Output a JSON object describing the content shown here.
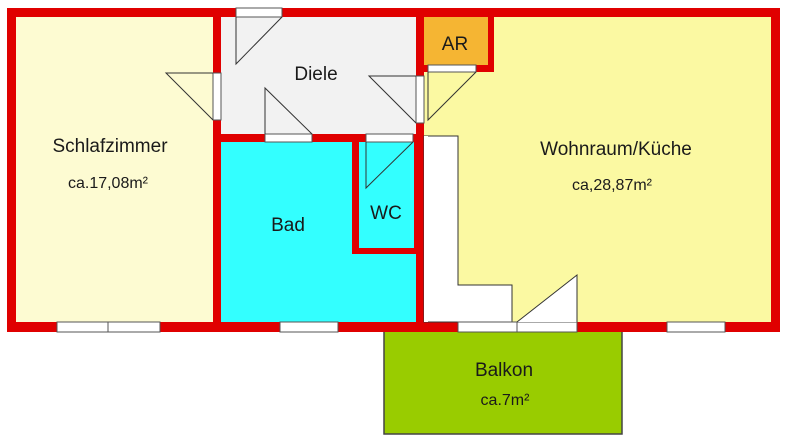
{
  "floorplan": {
    "rooms": {
      "schlafzimmer": {
        "name": "Schlafzimmer",
        "area": "ca.17,08m²",
        "color": "#fdfbd2"
      },
      "diele": {
        "name": "Diele",
        "color": "#f2f2f2"
      },
      "bad": {
        "name": "Bad",
        "color": "#33ffff"
      },
      "wc": {
        "name": "WC",
        "color": "#33ffff"
      },
      "ar": {
        "name": "AR",
        "color": "#f5b533"
      },
      "wohnraum": {
        "name": "Wohnraum/Küche",
        "area": "ca,28,87m²",
        "color": "#fbf9a2"
      },
      "balkon": {
        "name": "Balkon",
        "area": "ca.7m²",
        "color": "#99cc00"
      }
    },
    "wall_color": "#e00000"
  }
}
